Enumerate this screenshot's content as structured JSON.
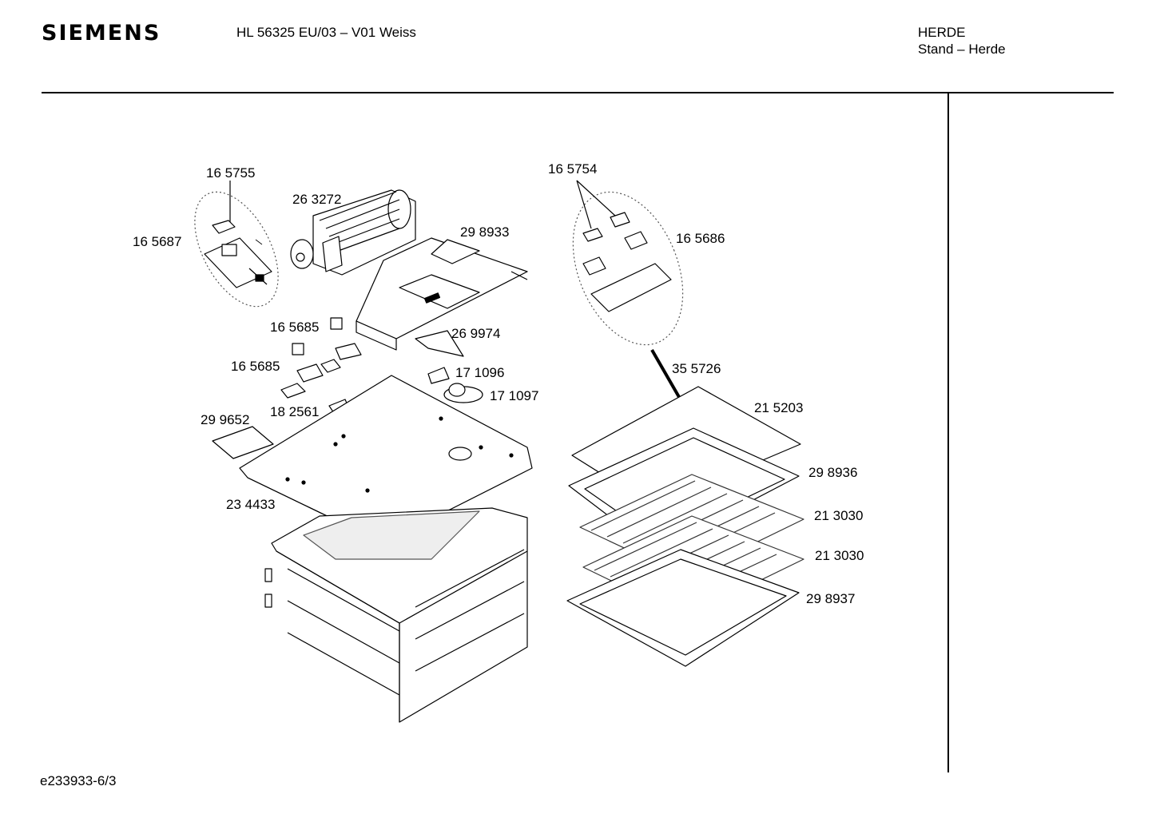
{
  "header": {
    "brand": "SIEMENS",
    "model": "HL 56325 EU/03 – V01 Weiss",
    "category": "HERDE",
    "subcategory": "Stand – Herde"
  },
  "footer": {
    "doc_id": "e233933-6/3"
  },
  "parts": [
    "16 5755",
    "26 3272",
    "16 5687",
    "29 8933",
    "16 5754",
    "16 5686",
    "16 5685",
    "26 9974",
    "16 5685",
    "17 1096",
    "17 1097",
    "18 2561",
    "29 9652",
    "35 5726",
    "21 5203",
    "29 8936",
    "23 4433",
    "21 3030",
    "21 3030",
    "29 8937"
  ]
}
